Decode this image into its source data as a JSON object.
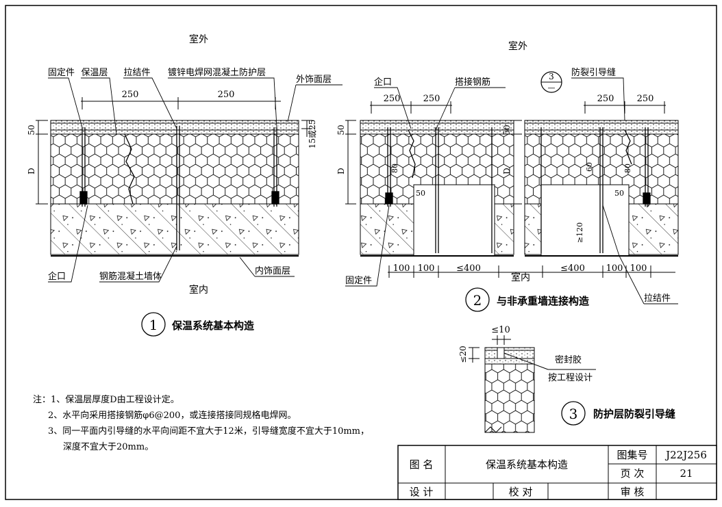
{
  "detail1": {
    "outside": "室外",
    "inside": "室内",
    "labels": {
      "fixing_piece": "固定件",
      "insulation_layer": "保温层",
      "tie_piece": "拉结件",
      "mesh_concrete_layer": "镀锌电焊网混凝土防护层",
      "outer_finish": "外饰面层",
      "tongue_groove": "企口",
      "rc_wall": "钢筋混凝土墙体",
      "inner_finish": "内饰面层"
    },
    "dims": {
      "d1": "250",
      "d2": "250",
      "d_thick": "50",
      "d_depth": "D",
      "d_gap": "15或25"
    },
    "number": "1",
    "title": "保温系统基本构造"
  },
  "detail2": {
    "outside": "室外",
    "inside": "室内",
    "labels": {
      "tongue_groove": "企口",
      "lap_rebar": "搭接钢筋",
      "fixing_piece": "固定件",
      "tie_piece": "拉结件",
      "crack_joint": "防裂引导缝"
    },
    "dims": {
      "d1": "250",
      "d2": "250",
      "d3": "250",
      "d4": "250",
      "d_thick_l": "50",
      "d_depth_l": "D",
      "d_thick_r": "50",
      "d_depth_r": "D",
      "m80a": "80",
      "m80b": "80",
      "m60": "60",
      "m50a": "50",
      "m50b": "50",
      "m120": "≥120",
      "b100a": "100",
      "b100b": "100",
      "b400a": "≤400",
      "b400b": "≤400",
      "b100c": "100",
      "b100d": "100"
    },
    "ref_number": "3",
    "ref_sheet": "—",
    "number": "2",
    "title": "与非承重墙连接构造"
  },
  "detail3": {
    "dims": {
      "w": "≤10",
      "h": "≤20"
    },
    "labels": {
      "sealant": "密封胶",
      "per_design": "按工程设计"
    },
    "number": "3",
    "title": "防护层防裂引导缝"
  },
  "notes": {
    "n1": "注：1、保温层厚度D由工程设计定。",
    "n2": "2、水平向采用搭接钢筋φ6@200，或连接搭接同规格电焊网。",
    "n3a": "3、同一平面内引导缝的水平向间距不宜大于12米，引导缝宽度不宜大于10mm，",
    "n3b": "深度不宜大于20mm。"
  },
  "titleblock": {
    "drawing_name_label": "图 名",
    "drawing_name": "保温系统基本构造",
    "atlas_no_label": "图集号",
    "atlas_no": "J22J256",
    "page_label": "页 次",
    "page_no": "21",
    "design_label": "设 计",
    "check_label": "校 对",
    "review_label": "审 核"
  }
}
